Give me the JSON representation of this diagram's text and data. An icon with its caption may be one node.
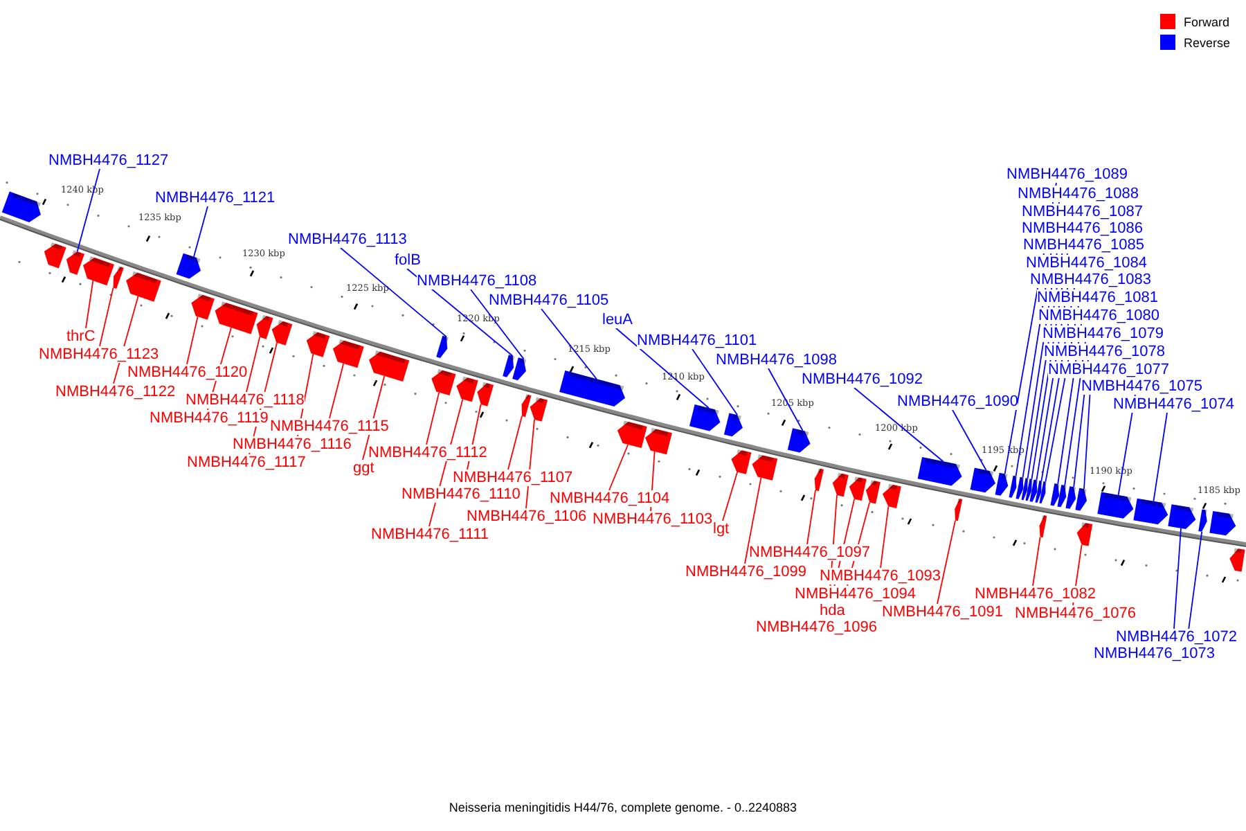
{
  "diagram": {
    "caption": "Neisseria meningitidis H44/76, complete genome. - 0..2240883",
    "nodes": [
      {
        "text": [
          "NMBH4476_1127"
        ]
      },
      {
        "text": [
          "NMBH4476_1121"
        ]
      },
      {
        "text": [
          "NMBH4476_1113"
        ]
      },
      {
        "text": [
          "folB"
        ]
      },
      {
        "text": [
          "NMBH4476_1108"
        ]
      },
      {
        "text": [
          "NMBH4476_1105"
        ]
      },
      {
        "text": [
          "leuA"
        ]
      },
      {
        "text": [
          "NMBH4476_1101"
        ]
      },
      {
        "text": [
          "NMBH4476_1098"
        ]
      },
      {
        "text": [
          "NMBH4476_1092"
        ]
      },
      {
        "text": [
          "NMBH4476_1090"
        ]
      },
      {
        "text": [
          "NMBH4476_1089"
        ]
      },
      {
        "text": [
          "NMBH4476_1088"
        ]
      },
      {
        "text": [
          "NMBH4476_1087"
        ]
      },
      {
        "text": [
          "NMBH4476_1086"
        ]
      },
      {
        "text": [
          "NMBH4476_1085"
        ]
      },
      {
        "text": [
          "NMBH4476_1084"
        ]
      },
      {
        "text": [
          "NMBH4476_1083"
        ]
      },
      {
        "text": [
          "NMBH4476_1081"
        ]
      },
      {
        "text": [
          "NMBH4476_1080"
        ]
      },
      {
        "text": [
          "NMBH4476_1079"
        ]
      },
      {
        "text": [
          "NMBH4476_1078"
        ]
      },
      {
        "text": [
          "NMBH4476_1077"
        ]
      },
      {
        "text": [
          "NMBH4476_1075"
        ]
      },
      {
        "text": [
          "NMBH4476_1074"
        ]
      },
      {
        "text": [
          "NMBH4476_1072"
        ]
      },
      {
        "text": [
          "NMBH4476_1073"
        ]
      },
      {
        "text": [
          "thrC"
        ]
      },
      {
        "text": [
          "NMBH4476_1123"
        ]
      },
      {
        "text": [
          "NMBH4476_1122"
        ]
      },
      {
        "text": [
          "NMBH4476_1120"
        ]
      },
      {
        "text": [
          "NMBH4476_1119"
        ]
      },
      {
        "text": [
          "NMBH4476_1118"
        ]
      },
      {
        "text": [
          "NMBH4476_1117"
        ]
      },
      {
        "text": [
          "NMBH4476_1116"
        ]
      },
      {
        "text": [
          "NMBH4476_1115"
        ]
      },
      {
        "text": [
          "ggt"
        ]
      },
      {
        "text": [
          "NMBH4476_1112"
        ]
      },
      {
        "text": [
          "NMBH4476_1111"
        ]
      },
      {
        "text": [
          "NMBH4476_1110"
        ]
      },
      {
        "text": [
          "NMBH4476_1107"
        ]
      },
      {
        "text": [
          "NMBH4476_1106"
        ]
      },
      {
        "text": [
          "NMBH4476_1104"
        ]
      },
      {
        "text": [
          "NMBH4476_1103"
        ]
      },
      {
        "text": [
          "lgt"
        ]
      },
      {
        "text": [
          "NMBH4476_1099"
        ]
      },
      {
        "text": [
          "NMBH4476_1097"
        ]
      },
      {
        "text": [
          "NMBH4476_1096"
        ]
      },
      {
        "text": [
          "hda"
        ]
      },
      {
        "text": [
          "NMBH4476_1094"
        ]
      },
      {
        "text": [
          "NMBH4476_1093"
        ]
      },
      {
        "text": [
          "NMBH4476_1091"
        ]
      },
      {
        "text": [
          "NMBH4476_1082"
        ]
      },
      {
        "text": [
          "NMBH4476_1076"
        ]
      },
      {
        "text": [],
        "shape": "box"
      },
      {
        "text": [],
        "shape": "box"
      },
      {
        "text": [],
        "shape": "box"
      },
      {
        "text": [],
        "shape": "box"
      },
      {
        "text": [],
        "shape": "box"
      },
      {
        "text": [],
        "shape": "box"
      },
      {
        "text": [],
        "shape": "box"
      },
      {
        "text": [],
        "shape": "box"
      },
      {
        "text": [],
        "shape": "box"
      },
      {
        "text": [],
        "shape": "box"
      },
      {
        "text": [],
        "shape": "box"
      },
      {
        "text": [],
        "shape": "box"
      },
      {
        "text": [],
        "shape": "box"
      },
      {
        "text": [],
        "shape": "box"
      },
      {
        "text": [],
        "shape": "box"
      },
      {
        "text": [],
        "shape": "box"
      },
      {
        "text": [],
        "shape": "box"
      },
      {
        "text": [],
        "shape": "box"
      },
      {
        "text": [],
        "shape": "box"
      },
      {
        "text": [],
        "shape": "box"
      },
      {
        "text": [],
        "shape": "box"
      },
      {
        "text": [],
        "shape": "box"
      },
      {
        "text": [],
        "shape": "box"
      },
      {
        "text": [],
        "shape": "box"
      },
      {
        "text": [],
        "shape": "box"
      },
      {
        "text": [],
        "shape": "box"
      },
      {
        "text": [],
        "shape": "box"
      },
      {
        "text": [],
        "shape": "box"
      },
      {
        "text": [],
        "shape": "box"
      },
      {
        "text": [],
        "shape": "box"
      },
      {
        "text": [],
        "shape": "box"
      },
      {
        "text": [],
        "shape": "box"
      },
      {
        "text": [],
        "shape": "box"
      },
      {
        "text": [],
        "shape": "box"
      },
      {
        "text": [],
        "shape": "box"
      },
      {
        "text": [],
        "shape": "box"
      },
      {
        "text": [],
        "shape": "box"
      },
      {
        "text": [],
        "shape": "box"
      },
      {
        "text": [],
        "shape": "box"
      },
      {
        "text": [],
        "shape": "box"
      },
      {
        "text": [],
        "shape": "box"
      },
      {
        "text": [],
        "shape": "box"
      },
      {
        "text": [],
        "shape": "box"
      },
      {
        "text": [],
        "shape": "box"
      },
      {
        "text": [],
        "shape": "box"
      },
      {
        "text": [],
        "shape": "box"
      },
      {
        "text": [],
        "shape": "box"
      },
      {
        "text": [],
        "shape": "box"
      },
      {
        "text": [],
        "shape": "box"
      },
      {
        "text": [],
        "shape": "box"
      },
      {
        "text": [],
        "shape": "box"
      },
      {
        "text": [],
        "shape": "box"
      },
      {
        "text": [],
        "shape": "box"
      },
      {
        "text": [],
        "shape": "box"
      },
      {
        "text": [],
        "shape": "box"
      },
      {
        "text": [],
        "shape": "box"
      },
      {
        "text": [],
        "shape": "box"
      },
      {
        "text": [],
        "shape": "box"
      }
    ],
    "edges": [
      {
        "from": 0,
        "to": 56,
        "arrow": "none",
        "color": "#0000ff"
      },
      {
        "from": 1,
        "to": 60,
        "arrow": "none",
        "color": "#0000ff"
      },
      {
        "from": 2,
        "to": 68,
        "arrow": "none",
        "color": "#0000ff"
      },
      {
        "from": 3,
        "to": 72,
        "arrow": "none",
        "color": "#0000ff"
      },
      {
        "from": 4,
        "to": 73,
        "arrow": "none",
        "color": "#0000ff"
      },
      {
        "from": 5,
        "to": 76,
        "arrow": "none",
        "color": "#0000ff"
      },
      {
        "from": 6,
        "to": 79,
        "arrow": "none",
        "color": "#0000ff"
      },
      {
        "from": 7,
        "to": 80,
        "arrow": "none",
        "color": "#0000ff"
      },
      {
        "from": 8,
        "to": 83,
        "arrow": "none",
        "color": "#0000ff"
      },
      {
        "from": 9,
        "to": 89,
        "arrow": "none",
        "color": "#0000ff"
      },
      {
        "from": 10,
        "to": 91,
        "arrow": "none",
        "color": "#0000ff"
      },
      {
        "from": 11,
        "to": 92,
        "arrow": "none",
        "color": "#0000ff"
      },
      {
        "from": 12,
        "to": 93,
        "arrow": "none",
        "color": "#0000ff"
      },
      {
        "from": 13,
        "to": 94,
        "arrow": "none",
        "color": "#0000ff"
      },
      {
        "from": 14,
        "to": 95,
        "arrow": "none",
        "color": "#0000ff"
      },
      {
        "from": 15,
        "to": 96,
        "arrow": "none",
        "color": "#0000ff"
      },
      {
        "from": 16,
        "to": 97,
        "arrow": "none",
        "color": "#0000ff"
      },
      {
        "from": 17,
        "to": 98,
        "arrow": "none",
        "color": "#0000ff"
      },
      {
        "from": 18,
        "to": 99,
        "arrow": "none",
        "color": "#0000ff"
      },
      {
        "from": 19,
        "to": 101,
        "arrow": "none",
        "color": "#0000ff"
      },
      {
        "from": 20,
        "to": 102,
        "arrow": "none",
        "color": "#0000ff"
      },
      {
        "from": 21,
        "to": 103,
        "arrow": "none",
        "color": "#0000ff"
      },
      {
        "from": 22,
        "to": 104,
        "arrow": "none",
        "color": "#0000ff"
      },
      {
        "from": 23,
        "to": 106,
        "arrow": "none",
        "color": "#0000ff"
      },
      {
        "from": 24,
        "to": 107,
        "arrow": "none",
        "color": "#0000ff"
      },
      {
        "from": 25,
        "to": 108,
        "arrow": "none",
        "color": "#0000ff"
      },
      {
        "from": 26,
        "to": 109,
        "arrow": "none",
        "color": "#0000ff"
      },
      {
        "from": 27,
        "to": 57,
        "arrow": "none",
        "color": "#ff0000"
      },
      {
        "from": 28,
        "to": 58,
        "arrow": "none",
        "color": "#ff0000"
      },
      {
        "from": 29,
        "to": 59,
        "arrow": "none",
        "color": "#ff0000"
      },
      {
        "from": 30,
        "to": 61,
        "arrow": "none",
        "color": "#ff0000"
      },
      {
        "from": 31,
        "to": 62,
        "arrow": "none",
        "color": "#ff0000"
      },
      {
        "from": 32,
        "to": 63,
        "arrow": "none",
        "color": "#ff0000"
      },
      {
        "from": 33,
        "to": 64,
        "arrow": "none",
        "color": "#ff0000"
      },
      {
        "from": 34,
        "to": 65,
        "arrow": "none",
        "color": "#ff0000"
      },
      {
        "from": 35,
        "to": 66,
        "arrow": "none",
        "color": "#ff0000"
      },
      {
        "from": 36,
        "to": 67,
        "arrow": "none",
        "color": "#ff0000"
      },
      {
        "from": 37,
        "to": 69,
        "arrow": "none",
        "color": "#ff0000"
      },
      {
        "from": 38,
        "to": 70,
        "arrow": "none",
        "color": "#ff0000"
      },
      {
        "from": 39,
        "to": 71,
        "arrow": "none",
        "color": "#ff0000"
      },
      {
        "from": 40,
        "to": 74,
        "arrow": "none",
        "color": "#ff0000"
      },
      {
        "from": 41,
        "to": 75,
        "arrow": "none",
        "color": "#ff0000"
      },
      {
        "from": 42,
        "to": 77,
        "arrow": "none",
        "color": "#ff0000"
      },
      {
        "from": 43,
        "to": 78,
        "arrow": "none",
        "color": "#ff0000"
      },
      {
        "from": 44,
        "to": 81,
        "arrow": "none",
        "color": "#ff0000"
      },
      {
        "from": 45,
        "to": 82,
        "arrow": "none",
        "color": "#ff0000"
      },
      {
        "from": 46,
        "to": 84,
        "arrow": "none",
        "color": "#ff0000"
      },
      {
        "from": 47,
        "to": 85,
        "arrow": "none",
        "color": "#ff0000"
      },
      {
        "from": 48,
        "to": 86,
        "arrow": "none",
        "color": "#ff0000"
      },
      {
        "from": 49,
        "to": 87,
        "arrow": "none",
        "color": "#ff0000"
      },
      {
        "from": 50,
        "to": 88,
        "arrow": "none",
        "color": "#ff0000"
      },
      {
        "from": 51,
        "to": 90,
        "arrow": "none",
        "color": "#ff0000"
      },
      {
        "from": 52,
        "to": 100,
        "arrow": "none",
        "color": "#ff0000"
      },
      {
        "from": 53,
        "to": 105,
        "arrow": "none",
        "color": "#ff0000"
      }
    ],
    "labels": [
      "1240 kbp",
      "1235 kbp",
      "1230 kbp",
      "1225 kbp",
      "1220 kbp",
      "1215 kbp",
      "1210 kbp",
      "1205 kbp",
      "1200 kbp",
      "1195 kbp",
      "1190 kbp",
      "1185 kbp"
    ],
    "legend": [
      {
        "text": "Forward",
        "color": "#ff0000"
      },
      {
        "text": "Reverse",
        "color": "#0000ff"
      }
    ]
  }
}
